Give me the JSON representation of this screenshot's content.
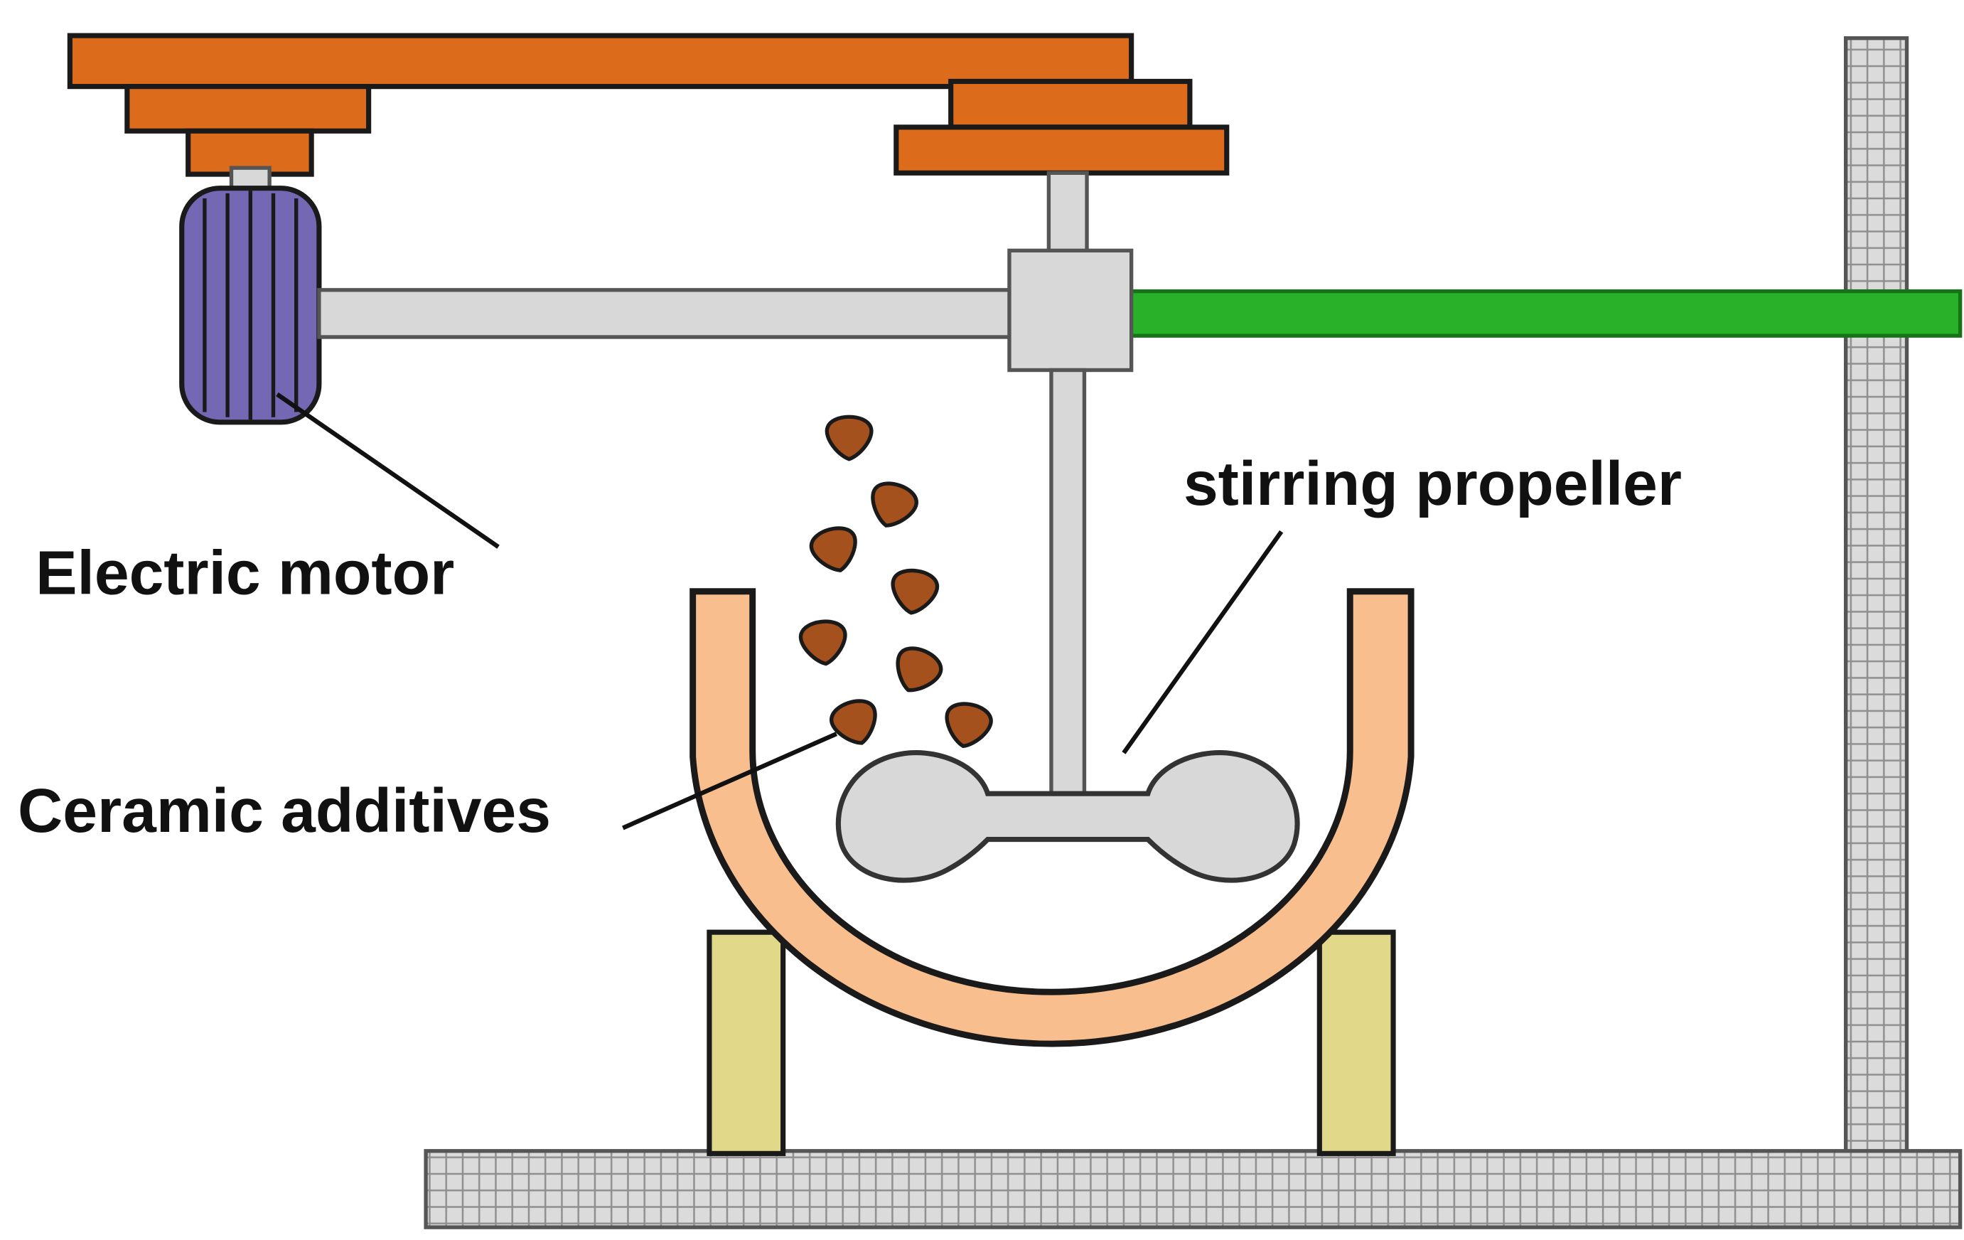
{
  "diagram": {
    "type": "mechanical-schematic",
    "subject": "stirring apparatus with electric motor, crucible and falling ceramic additives",
    "labels": {
      "electric_motor": "Electric motor",
      "ceramic_additives": "Ceramic additives",
      "stirring_propeller": "stirring propeller"
    },
    "colors": {
      "support_orange": "#DC6B1B",
      "motor_purple": "#7467B4",
      "metal_gray": "#D8D8D8",
      "belt_green": "#29B229",
      "bowl_peach": "#F8BE8E",
      "leg_tan": "#E2D88A",
      "structure_fill": "#DBDBDB",
      "additive_brown": "#A4511D",
      "outline": "#1A1A1A",
      "background": "#FFFFFF"
    },
    "additive_count": 8
  }
}
